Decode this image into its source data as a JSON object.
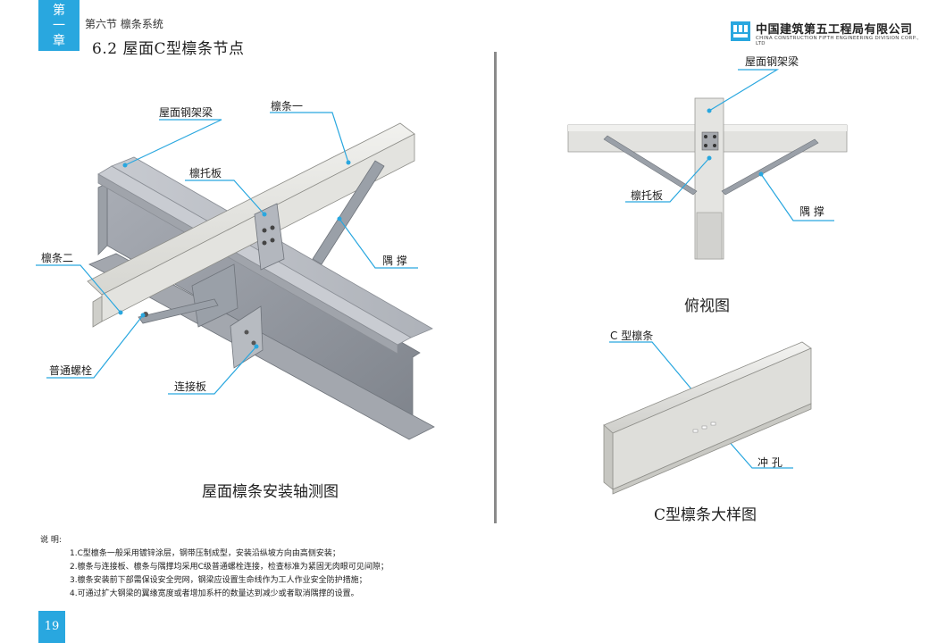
{
  "header": {
    "chapter_chars": [
      "第",
      "一",
      "章"
    ],
    "section": "第六节  檩条系统",
    "title": "6.2  屋面C型檩条节点",
    "company_cn": "中国建筑第五工程局有限公司",
    "company_en": "CHINA CONSTRUCTION FIFTH ENGINEERING DIVISION CORP., LTD"
  },
  "left_figure": {
    "callouts": {
      "roof_beam": "屋面钢架梁",
      "purlin_1": "檩条一",
      "purlin_support": "檩托板",
      "purlin_2": "檩条二",
      "brace": "隅  撑",
      "bolt": "普通螺栓",
      "connector": "连接板"
    },
    "caption": "屋面檩条安装轴测图"
  },
  "top_view": {
    "callouts": {
      "roof_beam": "屋面钢架梁",
      "purlin_support": "檩托板",
      "brace": "隅  撑"
    },
    "caption": "俯视图"
  },
  "c_purlin": {
    "callouts": {
      "c_purlin": "C 型檩条",
      "punch_hole": "冲  孔"
    },
    "caption": "C型檩条大样图"
  },
  "notes": {
    "heading": "说  明:",
    "items": [
      "1.C型檩条一般采用镀锌涂层，钢带压制成型，安装沿纵坡方向由高侧安装；",
      "2.檩条与连接板、檩条与隅撑均采用C级普通螺栓连接，检查标准为紧固无肉眼可见间隙；",
      "3.檩条安装前下部需保设安全兜网，钢梁应设置生命线作为工人作业安全防护措施；",
      "4.可通过扩大钢梁的翼缘宽度或者增加系杆的数量达到减少或者取消隅撑的设置。"
    ]
  },
  "page_number": "19",
  "colors": {
    "accent": "#29a7df",
    "steel": "#b9bcc2",
    "steel_dark": "#8e9299",
    "divider": "#8a8a8a"
  }
}
